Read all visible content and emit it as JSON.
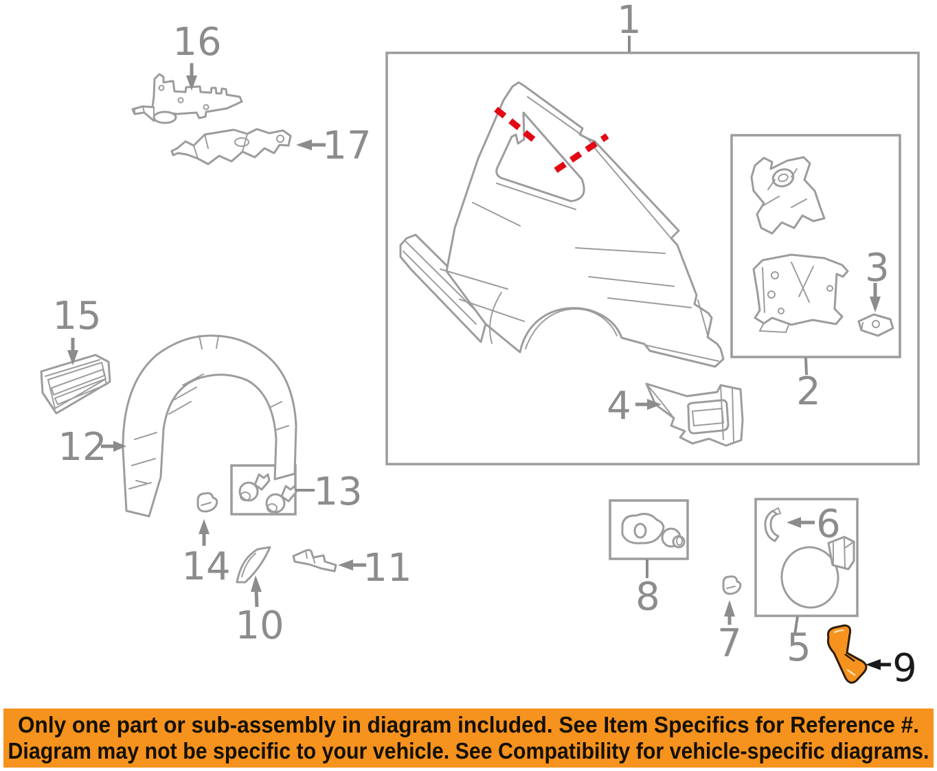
{
  "callouts": {
    "labels": [
      "1",
      "2",
      "3",
      "4",
      "5",
      "6",
      "7",
      "8",
      "9",
      "10",
      "11",
      "12",
      "13",
      "14",
      "15",
      "16",
      "17"
    ]
  },
  "banner": {
    "line1": "Only one part or sub-assembly in diagram included. See Item Specifics for Reference #.",
    "line2": "Diagram may not be specific to your vehicle. See Compatibility for vehicle-specific diagrams."
  },
  "colors": {
    "background": "#FFFFFF",
    "line_art_gray": "#9C9C9C",
    "callout_gray": "#8C8C8C",
    "callout_black": "#1A1A1A",
    "cut_line_red": "#E30613",
    "highlight_orange": "#F6921E",
    "banner_background": "#F6921E",
    "banner_text": "#131005"
  }
}
